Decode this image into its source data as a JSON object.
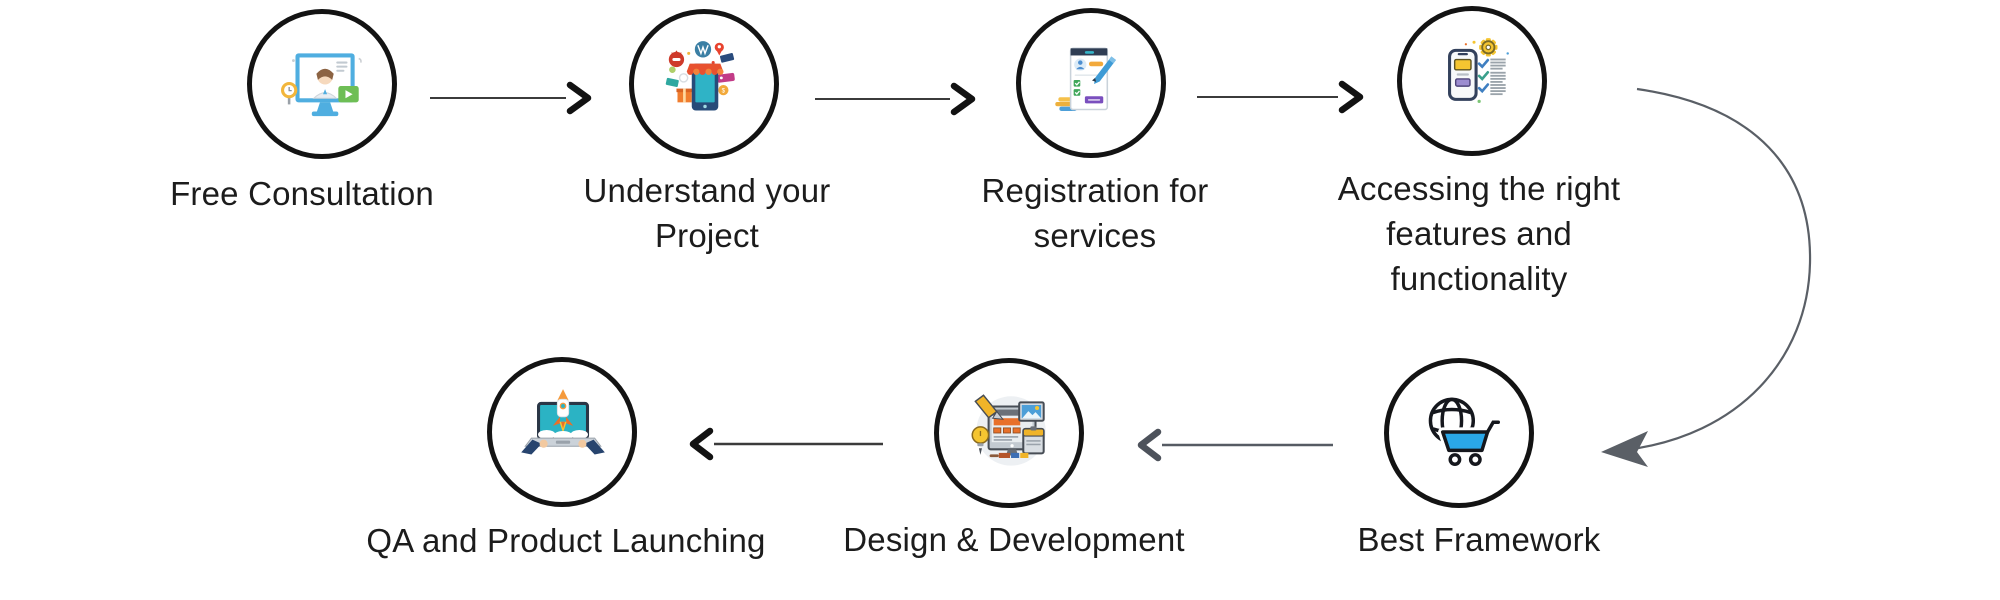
{
  "flow": {
    "steps": [
      {
        "label": "Free Consultation",
        "icon": "video-consultation-icon"
      },
      {
        "label": "Understand your Project",
        "icon": "mobile-shop-icon"
      },
      {
        "label": "Registration for services",
        "icon": "registration-form-icon"
      },
      {
        "label": "Accessing the right features and functionality",
        "icon": "features-checklist-icon"
      },
      {
        "label": "Best Framework",
        "icon": "globe-shopping-cart-icon"
      },
      {
        "label": "Design & Development",
        "icon": "design-tools-monitor-icon"
      },
      {
        "label": "QA and Product Launching",
        "icon": "laptop-rocket-launch-icon"
      }
    ],
    "connectors": [
      {
        "from": "Free Consultation",
        "to": "Understand your Project",
        "style": "straight-right-chevron"
      },
      {
        "from": "Understand your Project",
        "to": "Registration for services",
        "style": "straight-right-chevron"
      },
      {
        "from": "Registration for services",
        "to": "Accessing the right features and functionality",
        "style": "straight-right-chevron"
      },
      {
        "from": "Accessing the right features and functionality",
        "to": "Best Framework",
        "style": "curved-down-filled-arrow"
      },
      {
        "from": "Best Framework",
        "to": "Design & Development",
        "style": "straight-left-chevron"
      },
      {
        "from": "Design & Development",
        "to": "QA and Product Launching",
        "style": "straight-left-chevron"
      }
    ],
    "colors": {
      "background": "#ffffff",
      "circle_border": "#131313",
      "label_text": "#1c1c1c",
      "arrow_line": "#3b3b3b",
      "arrow_chevron_black": "#121212",
      "arrow_gray": "#565b63"
    }
  }
}
